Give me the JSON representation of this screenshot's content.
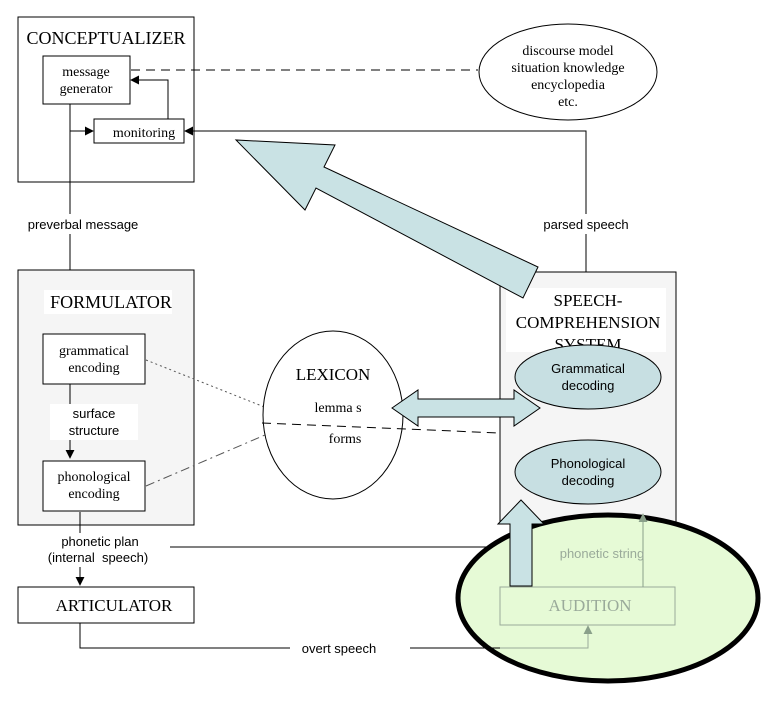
{
  "conceptualizer": {
    "title": "CONCEPTUALIZER",
    "message_generator": [
      "message",
      "generator"
    ],
    "monitoring": "monitoring"
  },
  "knowledge": {
    "lines": [
      "discourse model",
      "situation knowledge",
      "encyclopedia",
      "etc."
    ]
  },
  "labels": {
    "preverbal_message": "preverbal message",
    "parsed_speech": "parsed speech",
    "surface_structure": [
      "surface",
      "structure"
    ],
    "phonetic_plan": [
      "phonetic plan",
      "(internal  speech)"
    ],
    "phonetic_string": "phonetic string",
    "overt_speech": "overt speech"
  },
  "formulator": {
    "title": "FORMULATOR",
    "grammatical_encoding": [
      "grammatical",
      "encoding"
    ],
    "phonological_encoding": [
      "phonological",
      "encoding"
    ]
  },
  "lexicon": {
    "title": "LEXICON",
    "lemmas": "lemma s",
    "forms": "forms"
  },
  "comprehension": {
    "title": [
      "SPEECH-",
      "COMPREHENSION",
      "SYSTEM"
    ],
    "grammatical_decoding": [
      "Grammatical",
      "decoding"
    ],
    "phonological_decoding": [
      "Phonological",
      "decoding"
    ]
  },
  "articulator": {
    "title": "ARTICULATOR"
  },
  "audition": {
    "title": "AUDITION"
  },
  "colors": {
    "arrow_fill": "#c9e2e4",
    "decoding_fill": "#c7dfe2",
    "audition_highlight": "#e6fad6",
    "audition_text": "#9aaa9a",
    "module_fill": "#f5f5f5"
  }
}
